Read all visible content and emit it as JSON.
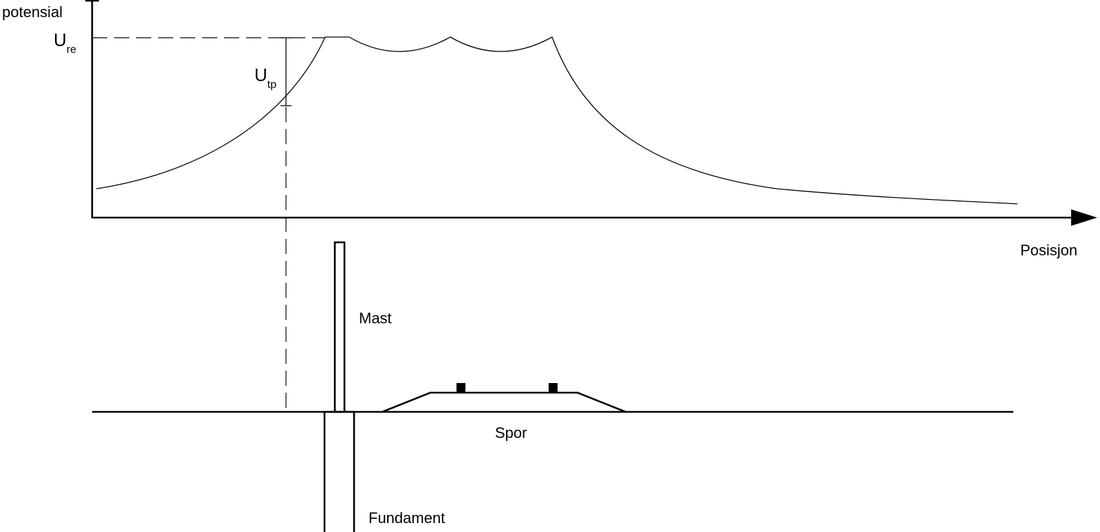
{
  "labels": {
    "y_axis": "potensial",
    "x_axis": "Posisjon",
    "ure_main": "U",
    "ure_sub": "re",
    "utp_main": "U",
    "utp_sub": "tp",
    "mast": "Mast",
    "spor": "Spor",
    "fundament": "Fundament"
  },
  "colors": {
    "line": "#000000",
    "background": "#ffffff"
  }
}
